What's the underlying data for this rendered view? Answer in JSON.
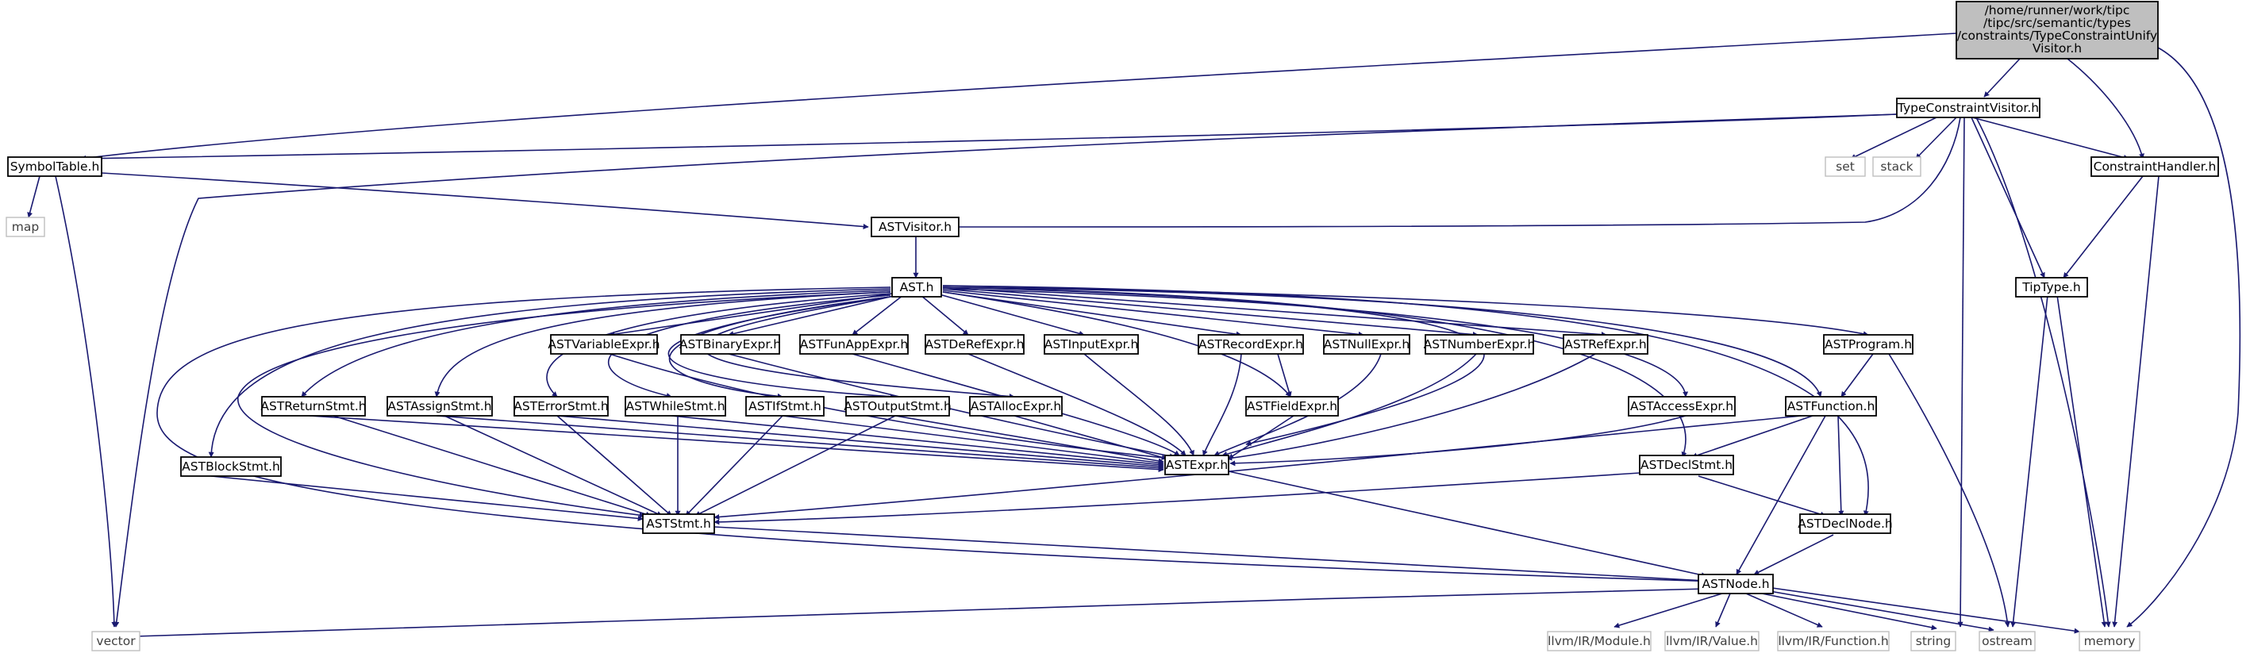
{
  "colors": {
    "edge": "#191970",
    "root_fill": "#bfbfbf",
    "node_border": "#000000",
    "external_border": "#bfbfbf"
  },
  "nodes": {
    "root": {
      "lines": [
        "/home/runner/work/tipc",
        "/tipc/src/semantic/types",
        "/constraints/TypeConstraintUnify",
        "Visitor.h"
      ]
    },
    "tcv": {
      "label": "TypeConstraintVisitor.h"
    },
    "symtab": {
      "label": "SymbolTable.h"
    },
    "handler": {
      "label": "ConstraintHandler.h"
    },
    "set": {
      "label": "set"
    },
    "stack": {
      "label": "stack"
    },
    "map": {
      "label": "map"
    },
    "astvisitor": {
      "label": "ASTVisitor.h"
    },
    "tiptype": {
      "label": "TipType.h"
    },
    "ast": {
      "label": "AST.h"
    },
    "varexpr": {
      "label": "ASTVariableExpr.h"
    },
    "binexpr": {
      "label": "ASTBinaryExpr.h"
    },
    "funapp": {
      "label": "ASTFunAppExpr.h"
    },
    "deref": {
      "label": "ASTDeRefExpr.h"
    },
    "input": {
      "label": "ASTInputExpr.h"
    },
    "record": {
      "label": "ASTRecordExpr.h"
    },
    "null": {
      "label": "ASTNullExpr.h"
    },
    "number": {
      "label": "ASTNumberExpr.h"
    },
    "ref": {
      "label": "ASTRefExpr.h"
    },
    "program": {
      "label": "ASTProgram.h"
    },
    "ret": {
      "label": "ASTReturnStmt.h"
    },
    "assign": {
      "label": "ASTAssignStmt.h"
    },
    "error": {
      "label": "ASTErrorStmt.h"
    },
    "while": {
      "label": "ASTWhileStmt.h"
    },
    "if": {
      "label": "ASTIfStmt.h"
    },
    "output": {
      "label": "ASTOutputStmt.h"
    },
    "alloc": {
      "label": "ASTAllocExpr.h"
    },
    "field": {
      "label": "ASTFieldExpr.h"
    },
    "access": {
      "label": "ASTAccessExpr.h"
    },
    "function": {
      "label": "ASTFunction.h"
    },
    "block": {
      "label": "ASTBlockStmt.h"
    },
    "expr": {
      "label": "ASTExpr.h"
    },
    "declstmt": {
      "label": "ASTDeclStmt.h"
    },
    "stmt": {
      "label": "ASTStmt.h"
    },
    "declnode": {
      "label": "ASTDeclNode.h"
    },
    "node": {
      "label": "ASTNode.h"
    },
    "vector": {
      "label": "vector"
    },
    "module": {
      "label": "llvm/IR/Module.h"
    },
    "value": {
      "label": "llvm/IR/Value.h"
    },
    "funch": {
      "label": "llvm/IR/Function.h"
    },
    "string": {
      "label": "string"
    },
    "ostream": {
      "label": "ostream"
    },
    "memory": {
      "label": "memory"
    }
  }
}
